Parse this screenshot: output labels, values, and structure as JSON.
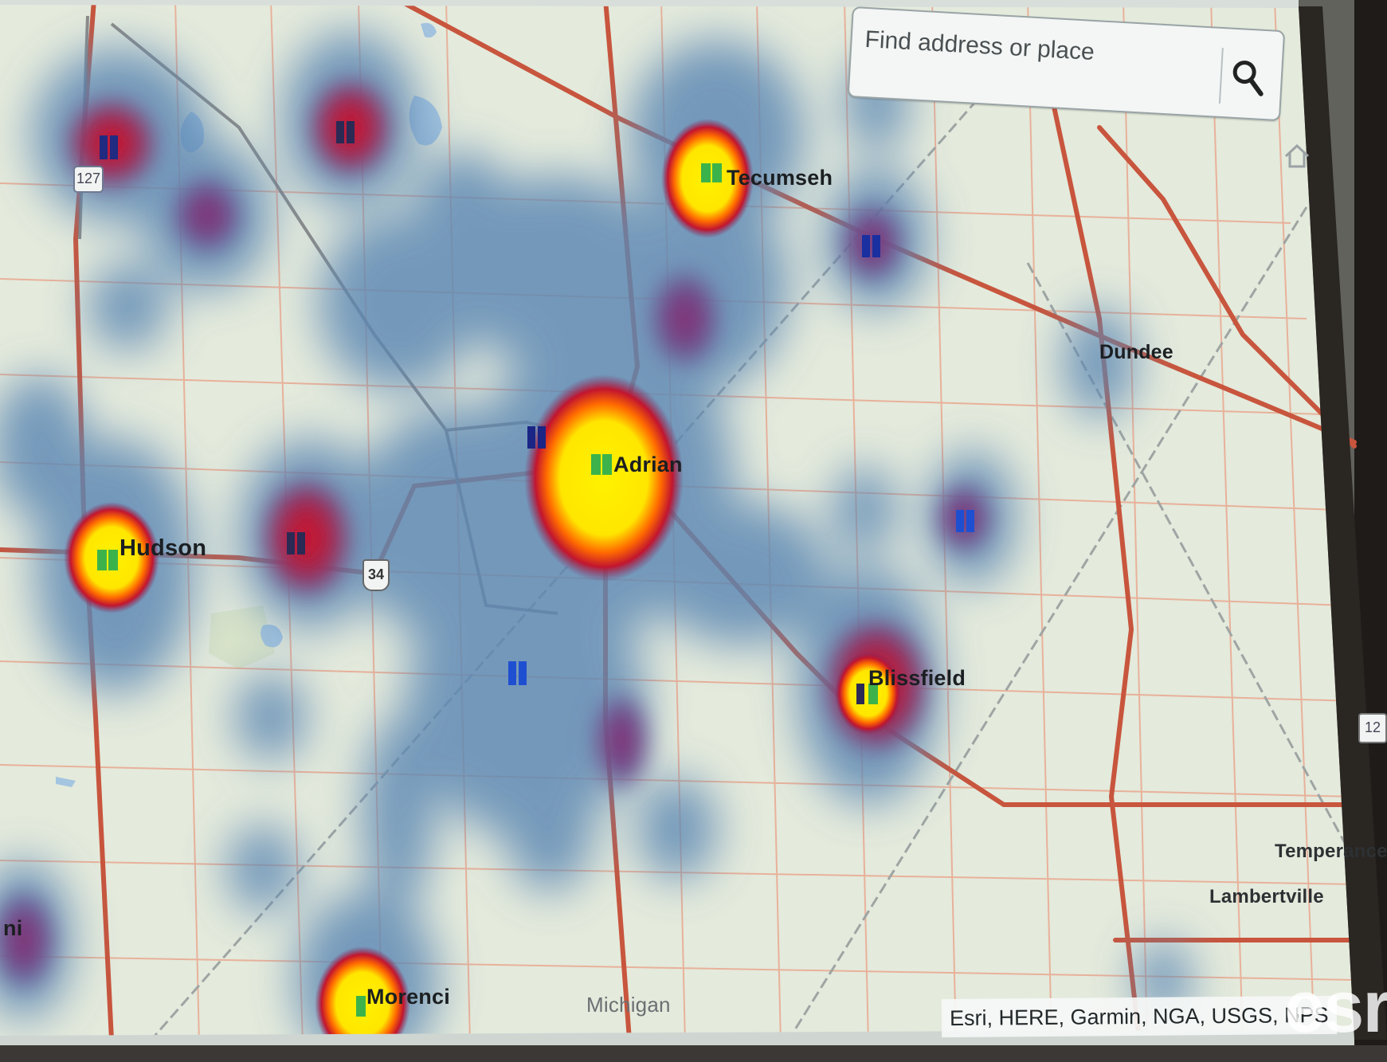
{
  "search": {
    "placeholder": "Find address or place"
  },
  "places": {
    "tecumseh": "Tecumseh",
    "dundee": "Dundee",
    "adrian": "Adrian",
    "hudson": "Hudson",
    "blissfield": "Blissfield",
    "temperance": "Temperance",
    "lambertville": "Lambertville",
    "morenci": "Morenci",
    "michigan": "Michigan",
    "left_edge": "ni"
  },
  "shields": {
    "route_34": "34",
    "route_127": "127",
    "route_12": "12"
  },
  "attribution": "Esri, HERE, Garmin, NGA, USGS, NPS",
  "logo": "esri",
  "colors": {
    "map_base": "#e6ecdf",
    "road_major": "#c8553d",
    "road_minor": "#e9a88f",
    "heat_low": "#5b87b3",
    "heat_mid": "#b81d3b",
    "heat_high": "#ffe600",
    "marker_green": "#3cb34a",
    "marker_blue": "#1f4fd1"
  },
  "icons": {
    "search": "search-icon",
    "home": "home-icon"
  }
}
